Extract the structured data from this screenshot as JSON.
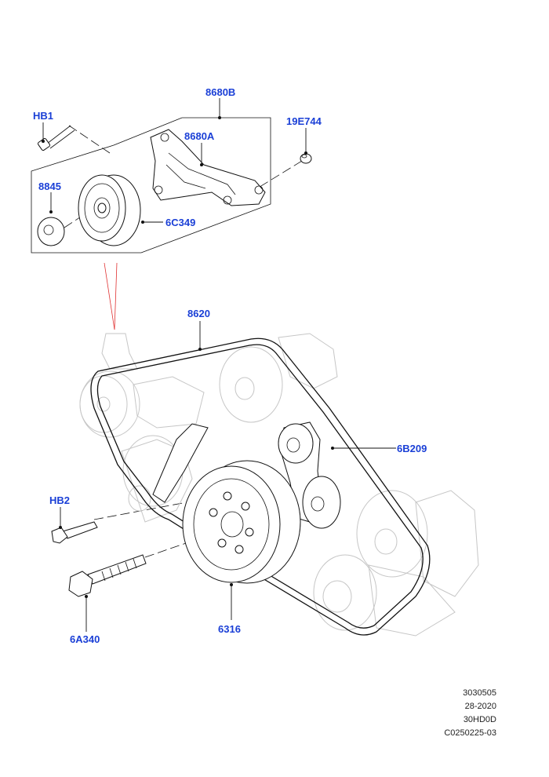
{
  "callouts": {
    "c_8680b": "8680B",
    "c_hb1": "HB1",
    "c_19e744": "19E744",
    "c_8680a": "8680A",
    "c_8845": "8845",
    "c_6c349": "6C349",
    "c_8620": "8620",
    "c_6b209": "6B209",
    "c_hb2": "HB2",
    "c_6316": "6316",
    "c_6a340": "6A340"
  },
  "footer": {
    "line1": "3030505",
    "line2": "28-2020",
    "line3": "30HD0D",
    "line4": "C0250225-03"
  },
  "colors": {
    "callout_text": "#1a3fd6",
    "ghost_lines": "#c6c6c6",
    "leader_red": "#e03030"
  }
}
